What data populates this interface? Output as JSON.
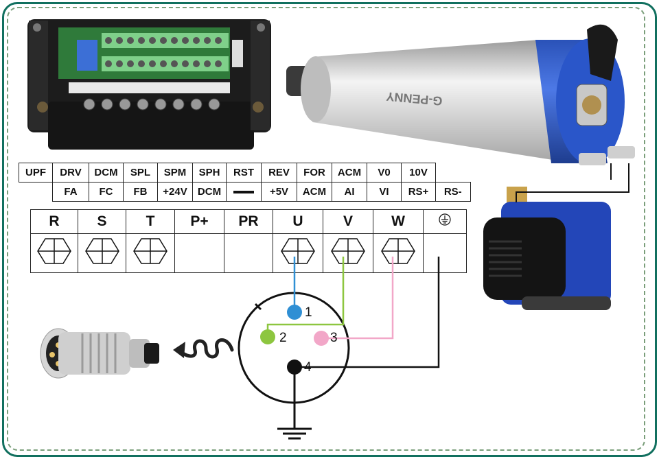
{
  "terminals_top": {
    "row1": [
      "UPF",
      "DRV",
      "DCM",
      "SPL",
      "SPM",
      "SPH",
      "RST",
      "REV",
      "FOR",
      "ACM",
      "V0",
      "10V"
    ],
    "row2": [
      "FA",
      "FC",
      "FB",
      "+24V",
      "DCM",
      "",
      "+5V",
      "ACM",
      "AI",
      "VI",
      "RS+",
      "RS-"
    ]
  },
  "terminals_power": [
    "R",
    "S",
    "T",
    "P+",
    "PR",
    "U",
    "V",
    "W"
  ],
  "ground_symbol": "protective-earth-icon",
  "plug_pins": [
    {
      "label": "1",
      "color": "#2f8fd4"
    },
    {
      "label": "2",
      "color": "#8dc63f"
    },
    {
      "label": "3",
      "color": "#f2a7c8"
    },
    {
      "label": "4",
      "color": "#111111"
    }
  ],
  "wire_colors": {
    "U": "#2f8fd4",
    "V": "#8dc63f",
    "W": "#f2a7c8",
    "ground": "#111111"
  },
  "spindle_text": "G-PENNY",
  "frame_color": "#11705f"
}
